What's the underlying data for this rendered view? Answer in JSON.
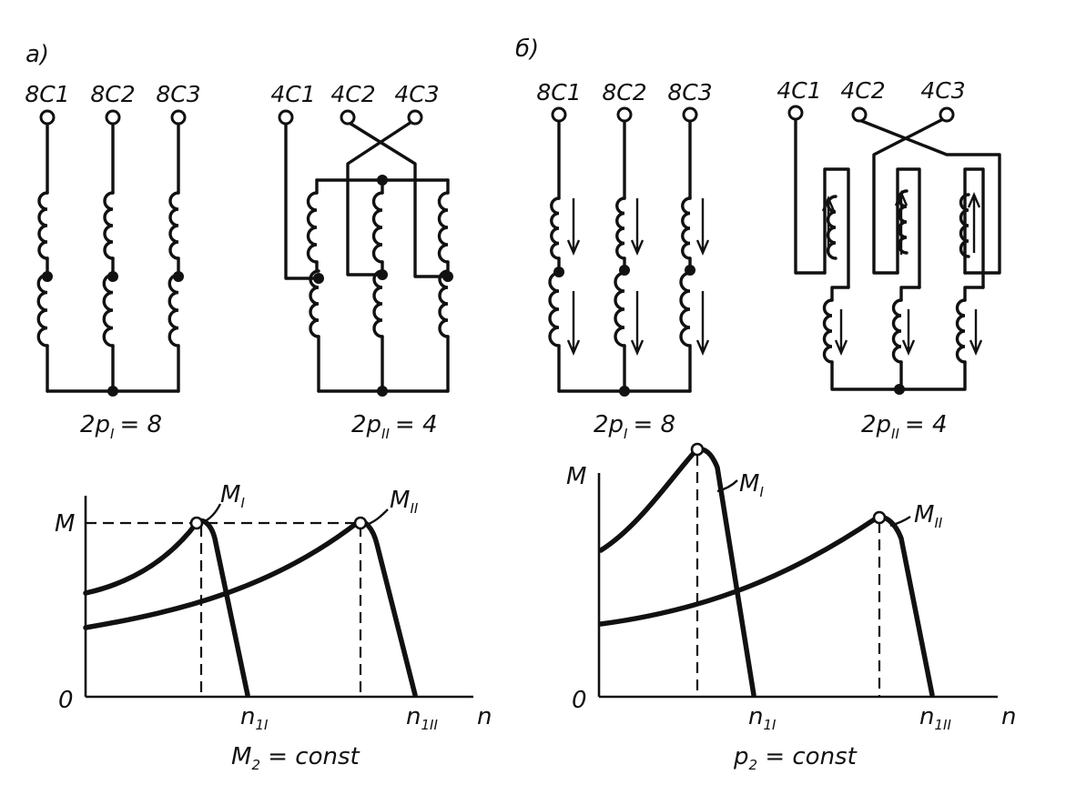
{
  "panel_a": {
    "letter": "a)",
    "term_group1": [
      "8C1",
      "8C2",
      "8C3"
    ],
    "term_group2": [
      "4C1",
      "4C2",
      "4C3"
    ],
    "pole_label_1": {
      "main": "2p",
      "sub": "I",
      "value": "= 8"
    },
    "pole_label_2": {
      "main": "2p",
      "sub": "II",
      "value": "= 4"
    },
    "graph": {
      "y_label": "M",
      "zero_label": "0",
      "x_label": "n",
      "curve_label_1": {
        "main": "M",
        "sub": "I"
      },
      "curve_label_2": {
        "main": "M",
        "sub": "II"
      },
      "speed_label_1": {
        "main": "n",
        "sub": "1I"
      },
      "speed_label_2": {
        "main": "n",
        "sub": "1II"
      },
      "condition": {
        "main": "M",
        "sub": "2",
        "rest": " = const"
      }
    }
  },
  "panel_b": {
    "letter": "б)",
    "term_group1": [
      "8C1",
      "8C2",
      "8C3"
    ],
    "term_group2": [
      "4C1",
      "4C2",
      "4C3"
    ],
    "pole_label_1": {
      "main": "2p",
      "sub": "I",
      "value": "= 8"
    },
    "pole_label_2": {
      "main": "2p",
      "sub": "II",
      "value": "= 4"
    },
    "graph": {
      "y_label": "M",
      "zero_label": "0",
      "x_label": "n",
      "curve_label_1": {
        "main": "M",
        "sub": "I"
      },
      "curve_label_2": {
        "main": "M",
        "sub": "II"
      },
      "speed_label_1": {
        "main": "n",
        "sub": "1I"
      },
      "speed_label_2": {
        "main": "n",
        "sub": "1II"
      },
      "condition": {
        "main": "p",
        "sub": "2",
        "rest": " = const"
      }
    }
  }
}
